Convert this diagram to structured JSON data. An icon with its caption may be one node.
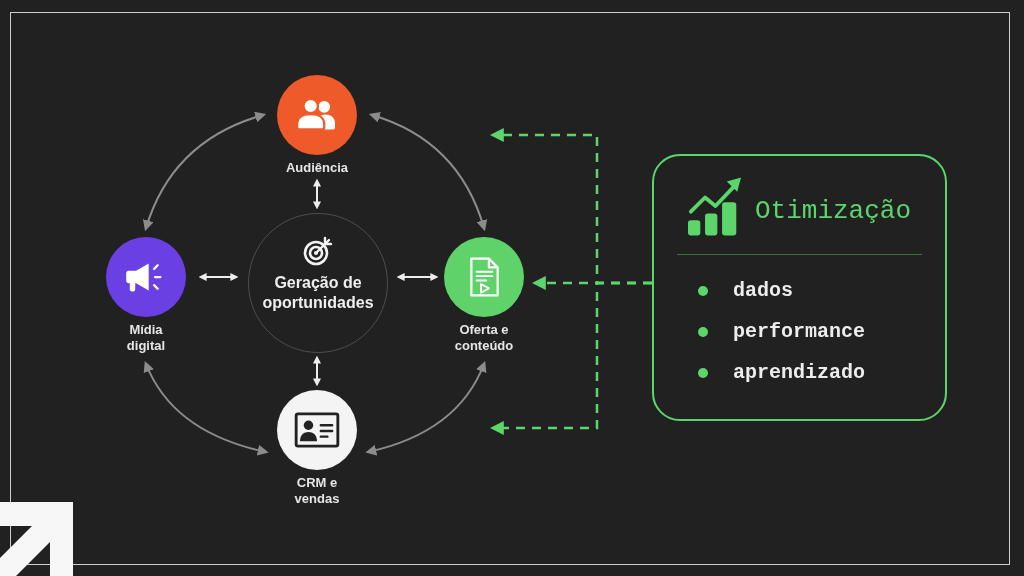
{
  "diagram": {
    "nodes": [
      {
        "text": [
          "Audiência"
        ]
      },
      {
        "text": [
          "Mídia digital"
        ]
      },
      {
        "text": [
          "Geração de oportunidades"
        ]
      },
      {
        "text": [
          "Oferta e conteúdo"
        ]
      },
      {
        "text": [
          "CRM e vendas"
        ]
      },
      {
        "text": [
          "Otimização",
          "dados",
          "performance",
          "aprendizado"
        ]
      }
    ],
    "edges": [
      {
        "from": 0,
        "to": 1,
        "arrow": "both"
      },
      {
        "from": 0,
        "to": 3,
        "arrow": "both"
      },
      {
        "from": 1,
        "to": 4,
        "arrow": "both"
      },
      {
        "from": 3,
        "to": 4,
        "arrow": "both"
      },
      {
        "from": 0,
        "to": 2,
        "arrow": "both",
        "color": "#ededed"
      },
      {
        "from": 1,
        "to": 2,
        "arrow": "both",
        "color": "#ededed"
      },
      {
        "from": 2,
        "to": 3,
        "arrow": "both",
        "color": "#ededed"
      },
      {
        "from": 2,
        "to": 4,
        "arrow": "both",
        "color": "#ededed"
      },
      {
        "from": 5,
        "to": 3,
        "arrow": "to",
        "style": "dashed",
        "color": "#5cd66b"
      },
      {
        "from": 5,
        "to": null,
        "arrow": "to",
        "style": "dashed",
        "color": "#5cd66b"
      },
      {
        "from": 5,
        "to": null,
        "arrow": "to",
        "style": "dashed",
        "color": "#5cd66b"
      }
    ]
  }
}
